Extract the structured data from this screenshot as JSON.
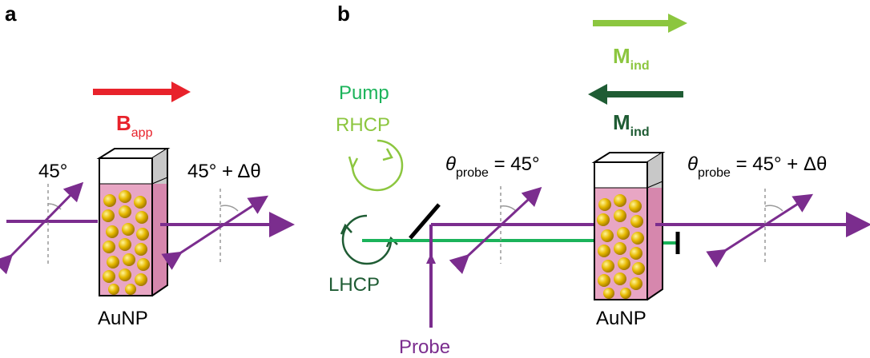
{
  "colors": {
    "purple": "#7b2d8e",
    "red": "#e8222b",
    "light_green": "#8cc63f",
    "dark_green": "#1f5c34",
    "green_beam": "#1bb35a",
    "pink": "#e8a6c4",
    "gold": "#e6b800",
    "gray": "#999999"
  },
  "panel_a": {
    "label": "a",
    "field_main": "B",
    "field_sub": "app",
    "angle_in": "45°",
    "angle_out": "45° + Δθ",
    "sample": "AuNP"
  },
  "panel_b": {
    "label": "b",
    "m_main_1": "M",
    "m_sub_1": "ind",
    "m_main_2": "M",
    "m_sub_2": "ind",
    "pump": "Pump",
    "rhcp": "RHCP",
    "lhcp": "LHCP",
    "theta_in_main": "θ",
    "theta_in_sub": "probe",
    "theta_in_val": " = 45°",
    "theta_out_main": "θ",
    "theta_out_sub": "probe",
    "theta_out_val": " = 45° + Δθ",
    "sample": "AuNP",
    "probe": "Probe"
  },
  "icons": [
    "b-field-arrow",
    "m-ind-arrow",
    "polarization-arrow",
    "cuvette",
    "nanoparticle",
    "circular-polarization-icon",
    "mirror",
    "beam-block"
  ]
}
